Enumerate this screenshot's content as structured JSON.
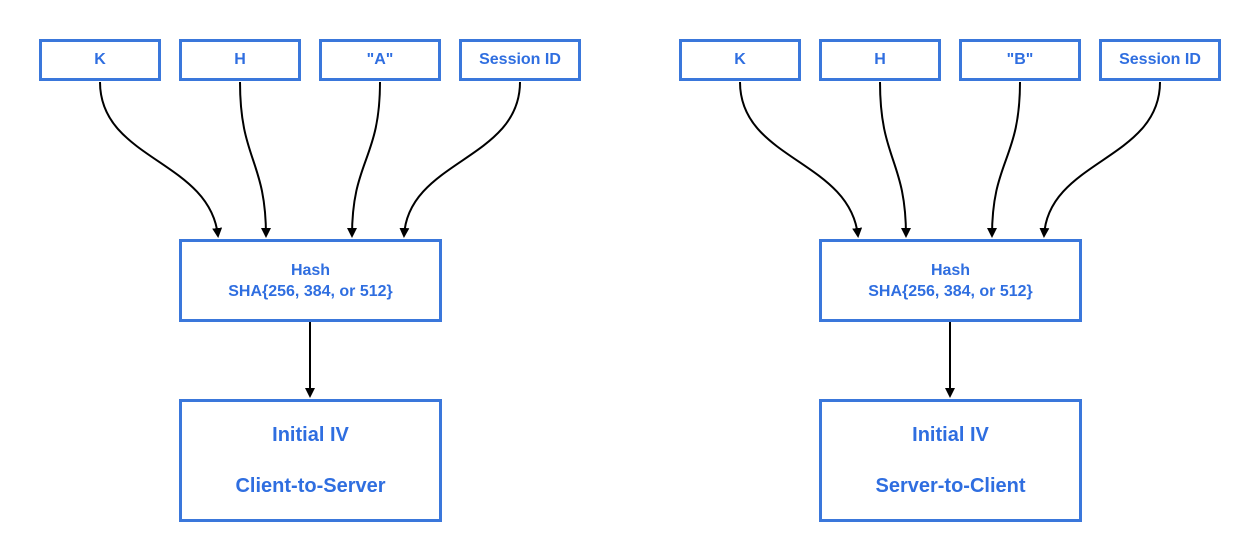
{
  "left_diagram": {
    "inputs": [
      "K",
      "H",
      "\"A\"",
      "Session ID"
    ],
    "hash": {
      "title": "Hash",
      "algorithm": "SHA{256, 384, or 512}"
    },
    "output": {
      "title": "Initial IV",
      "direction": "Client-to-Server"
    }
  },
  "right_diagram": {
    "inputs": [
      "K",
      "H",
      "\"B\"",
      "Session ID"
    ],
    "hash": {
      "title": "Hash",
      "algorithm": "SHA{256, 384, or 512}"
    },
    "output": {
      "title": "Initial IV",
      "direction": "Server-to-Client"
    }
  },
  "colors": {
    "box_border": "#3a77db",
    "text": "#2f6ee0",
    "arrow": "#000000"
  }
}
